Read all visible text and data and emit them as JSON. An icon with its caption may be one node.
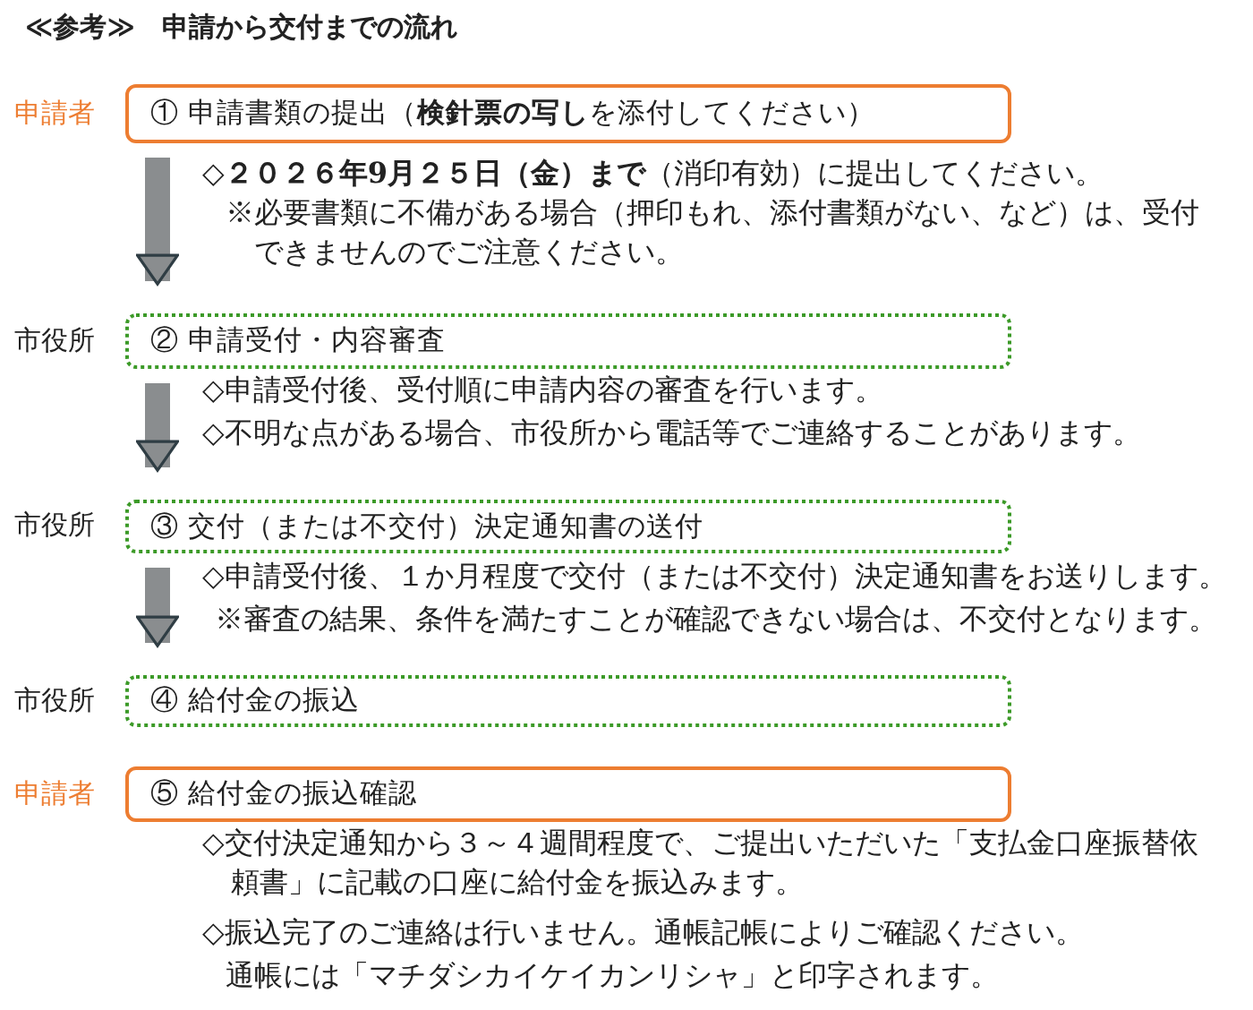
{
  "diagram": {
    "title": "≪参考≫　申請から交付までの流れ",
    "nodes": [
      {
        "text": [
          "申請者",
          "① 申請書類の提出（**検針票の写し**を添付してください）"
        ],
        "beside": [
          "◇**２０２６年9月２５日（金）まで**（消印有効）に提出してください。",
          "※必要書類に不備がある場合（押印もれ、添付書類がない、など）は、受付できませんのでご注意ください。"
        ]
      },
      {
        "text": [
          "市役所",
          "② 申請受付・内容審査"
        ],
        "beside": [
          "◇申請受付後、受付順に申請内容の審査を行います。",
          "◇不明な点がある場合、市役所から電話等でご連絡することがあります。"
        ]
      },
      {
        "text": [
          "市役所",
          "③ 交付（または不交付）決定通知書の送付"
        ],
        "beside": [
          "◇申請受付後、１か月程度で交付（または不交付）決定通知書をお送りします。",
          "※審査の結果、条件を満たすことが確認できない場合は、不交付となります。"
        ]
      },
      {
        "text": [
          "市役所",
          "④ 給付金の振込"
        ]
      },
      {
        "text": [
          "申請者",
          "⑤ 給付金の振込確認"
        ],
        "beside": [
          "◇交付決定通知から３～４週間程度で、ご提出いただいた「支払金口座振替依頼書」に記載の口座に給付金を振込みます。",
          "◇振込完了のご連絡は行いません。通帳記帳によりご確認ください。",
          "通帳には「マチダシカイケイカンリシャ」と印字されます。"
        ]
      }
    ],
    "edges": [
      {
        "from": 0,
        "to": 1,
        "arrow": "to"
      },
      {
        "from": 1,
        "to": 2,
        "arrow": "to"
      },
      {
        "from": 2,
        "to": 3,
        "arrow": "to"
      }
    ]
  }
}
